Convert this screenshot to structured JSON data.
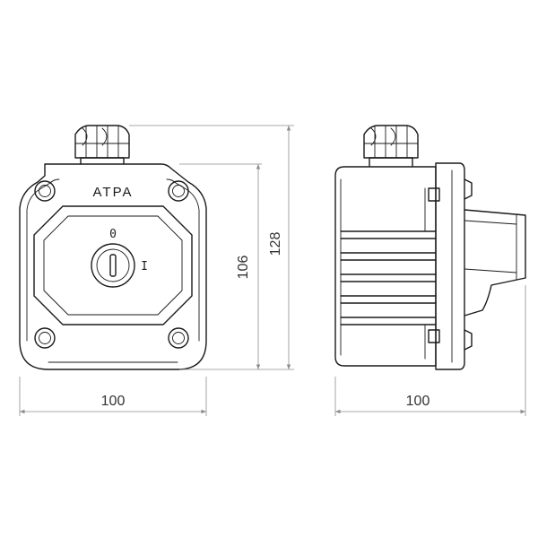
{
  "brand_label": "ATPA",
  "switch_positions": {
    "off": "0",
    "on": "I"
  },
  "dimensions": {
    "front_width": "100",
    "front_height_body": "106",
    "front_height_total": "128",
    "side_depth": "100"
  },
  "colors": {
    "line": "#1a1a1a",
    "dimension_line": "#8c8c8c",
    "text": "#333333"
  }
}
